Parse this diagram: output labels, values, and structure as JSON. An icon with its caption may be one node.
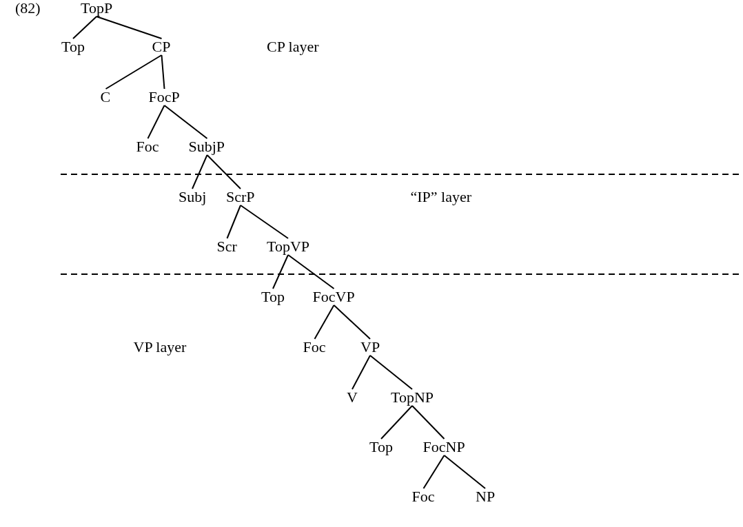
{
  "diagram": {
    "nodes": [
      {
        "text": [
          "TopP"
        ]
      },
      {
        "text": [
          "Top"
        ]
      },
      {
        "text": [
          "CP"
        ]
      },
      {
        "text": [
          "C"
        ]
      },
      {
        "text": [
          "FocP"
        ]
      },
      {
        "text": [
          "Foc"
        ]
      },
      {
        "text": [
          "SubjP"
        ]
      },
      {
        "text": [
          "Subj"
        ]
      },
      {
        "text": [
          "ScrP"
        ]
      },
      {
        "text": [
          "Scr"
        ]
      },
      {
        "text": [
          "TopVP"
        ]
      },
      {
        "text": [
          "Top"
        ]
      },
      {
        "text": [
          "FocVP"
        ]
      },
      {
        "text": [
          "Foc"
        ]
      },
      {
        "text": [
          "VP"
        ]
      },
      {
        "text": [
          "V"
        ]
      },
      {
        "text": [
          "TopNP"
        ]
      },
      {
        "text": [
          "Top"
        ]
      },
      {
        "text": [
          "FocNP"
        ]
      },
      {
        "text": [
          "Foc"
        ]
      },
      {
        "text": [
          "NP"
        ]
      }
    ],
    "edges": [
      {
        "from": 0,
        "to": 1,
        "arrow": "none"
      },
      {
        "from": 0,
        "to": 2,
        "arrow": "none"
      },
      {
        "from": 2,
        "to": 3,
        "arrow": "none"
      },
      {
        "from": 2,
        "to": 4,
        "arrow": "none"
      },
      {
        "from": 4,
        "to": 5,
        "arrow": "none"
      },
      {
        "from": 4,
        "to": 6,
        "arrow": "none"
      },
      {
        "from": 6,
        "to": 7,
        "arrow": "none"
      },
      {
        "from": 6,
        "to": 8,
        "arrow": "none"
      },
      {
        "from": 8,
        "to": 9,
        "arrow": "none"
      },
      {
        "from": 8,
        "to": 10,
        "arrow": "none"
      },
      {
        "from": 10,
        "to": 11,
        "arrow": "none"
      },
      {
        "from": 10,
        "to": 12,
        "arrow": "none"
      },
      {
        "from": 12,
        "to": 13,
        "arrow": "none"
      },
      {
        "from": 12,
        "to": 14,
        "arrow": "none"
      },
      {
        "from": 14,
        "to": 15,
        "arrow": "none"
      },
      {
        "from": 14,
        "to": 16,
        "arrow": "none"
      },
      {
        "from": 16,
        "to": 17,
        "arrow": "none"
      },
      {
        "from": 16,
        "to": 18,
        "arrow": "none"
      },
      {
        "from": 18,
        "to": 19,
        "arrow": "none"
      },
      {
        "from": 18,
        "to": 20,
        "arrow": "none"
      }
    ],
    "labels": [
      "(82)",
      "CP layer",
      "“IP” layer",
      "VP layer"
    ]
  }
}
